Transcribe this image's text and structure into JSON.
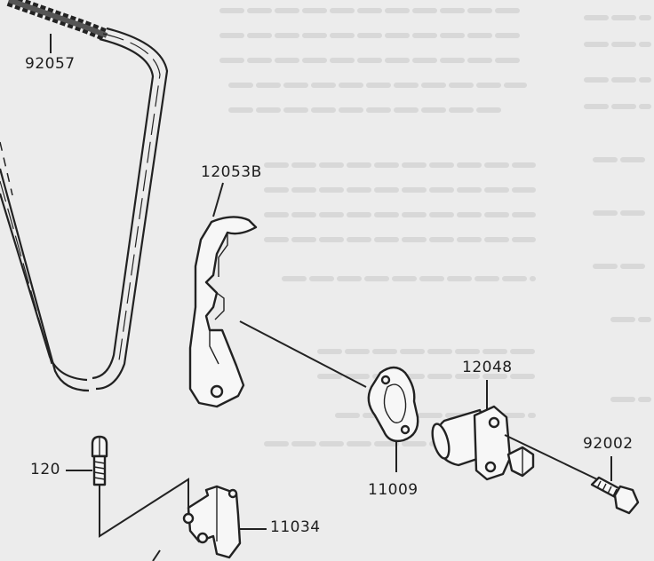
{
  "parts": [
    {
      "key": "chain",
      "number": "92057"
    },
    {
      "key": "chain_guide",
      "number": "12053B"
    },
    {
      "key": "gasket",
      "number": "11009"
    },
    {
      "key": "tensioner",
      "number": "12048"
    },
    {
      "key": "bolt_tensioner",
      "number": "92002"
    },
    {
      "key": "bolt_bracket",
      "number": "120"
    },
    {
      "key": "bracket",
      "number": "11034"
    }
  ]
}
